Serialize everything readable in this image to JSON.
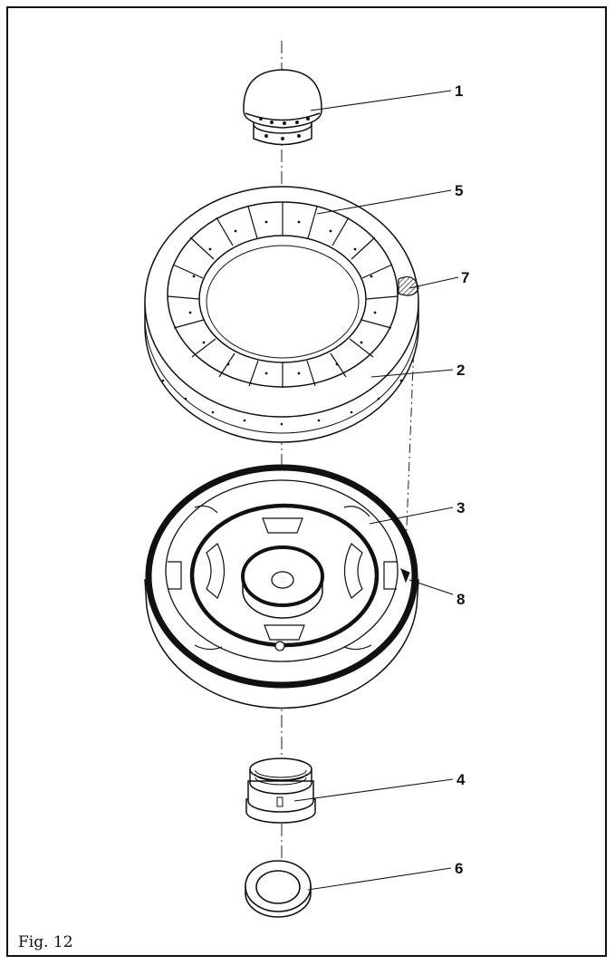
{
  "figure": {
    "caption": "Fig. 12"
  },
  "parts": [
    {
      "id": "part-1",
      "number": "1"
    },
    {
      "id": "part-5",
      "number": "5"
    },
    {
      "id": "part-7",
      "number": "7"
    },
    {
      "id": "part-2",
      "number": "2"
    },
    {
      "id": "part-3",
      "number": "3"
    },
    {
      "id": "part-8",
      "number": "8"
    },
    {
      "id": "part-4",
      "number": "4"
    },
    {
      "id": "part-6",
      "number": "6"
    }
  ]
}
